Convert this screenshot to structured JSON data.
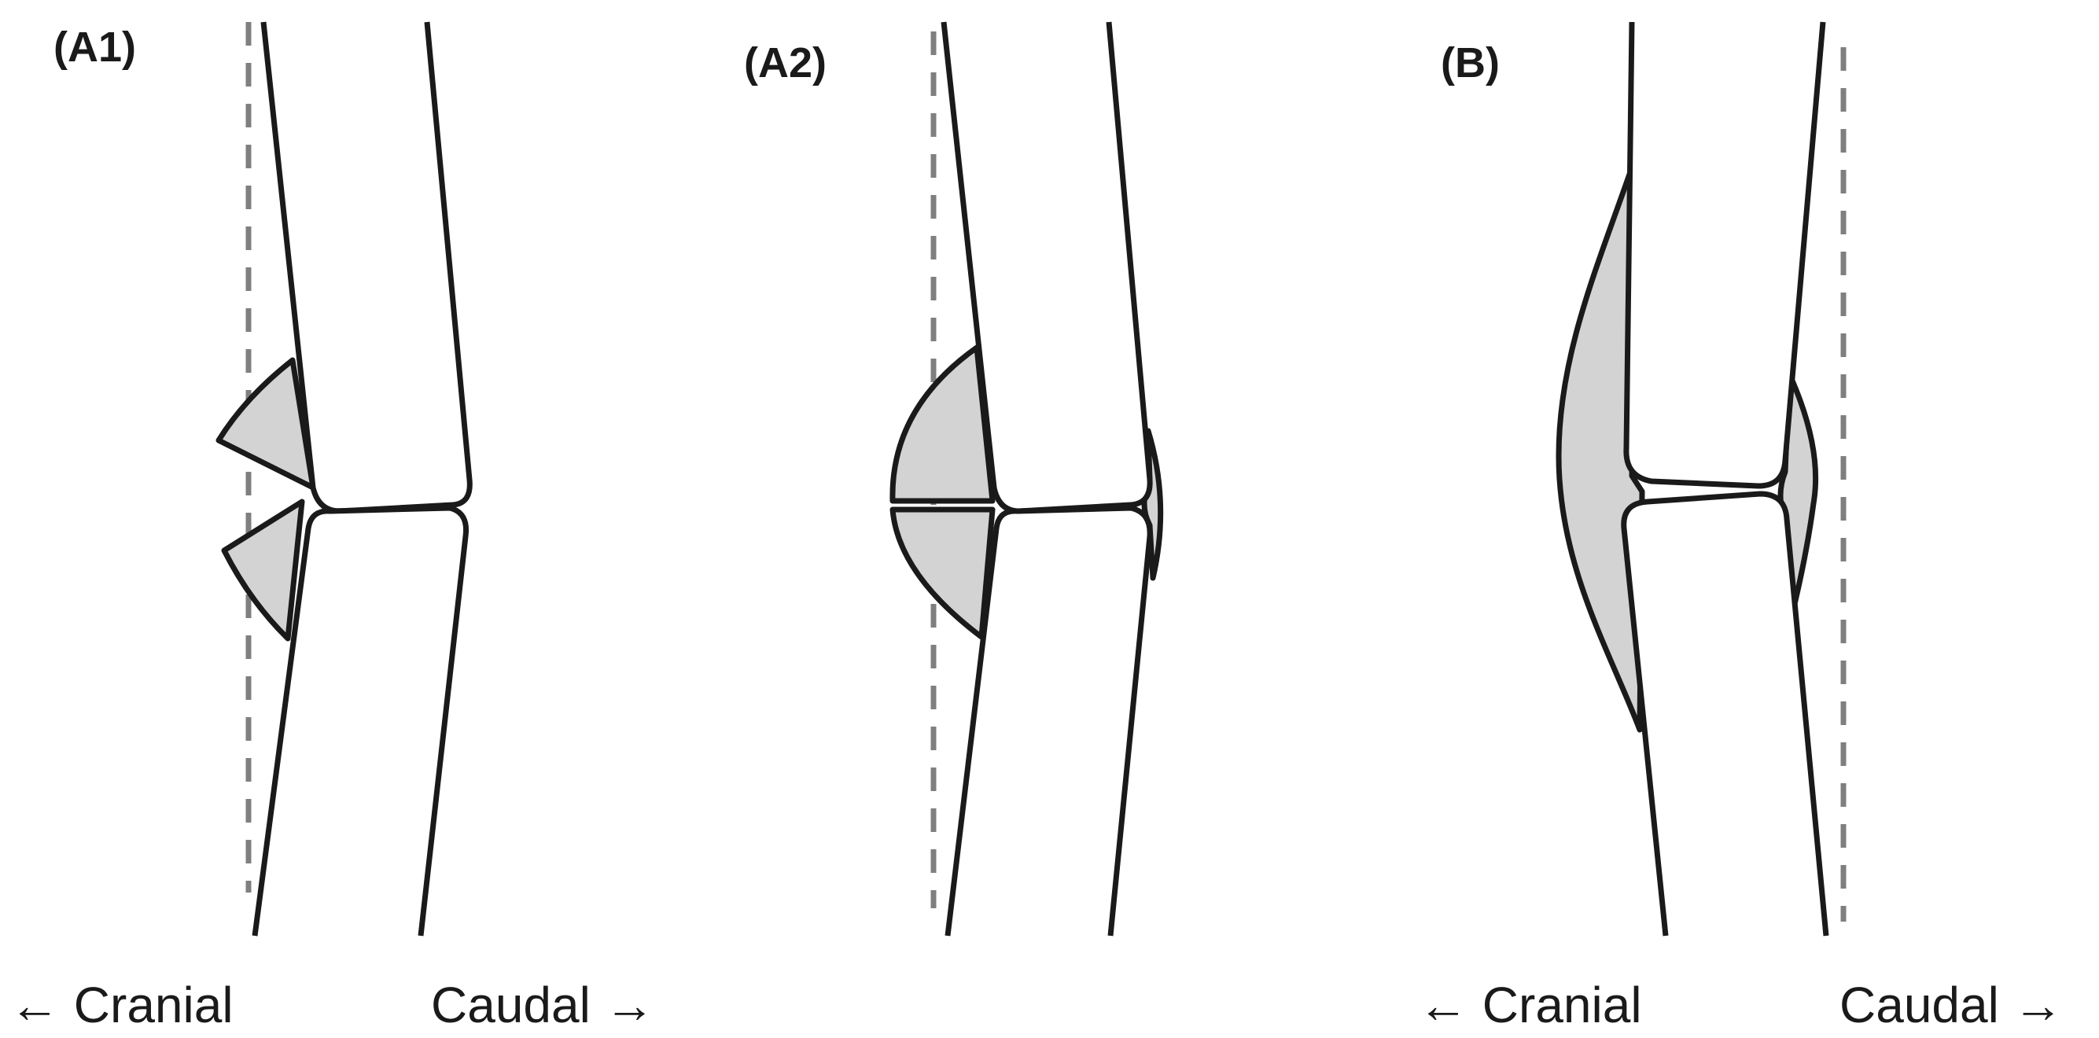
{
  "panels": {
    "a1": {
      "label": "(A1)"
    },
    "a2": {
      "label": "(A2)"
    },
    "b": {
      "label": "(B)"
    }
  },
  "directions": {
    "left": {
      "cranial": "← Cranial",
      "caudal": "Caudal →"
    },
    "right": {
      "cranial": "← Cranial",
      "caudal": "Caudal →"
    }
  },
  "colors": {
    "outline": "#1a1a1a",
    "osteophyte_fill": "#d3d3d3",
    "reference_line": "#7f7f7f",
    "background": "#ffffff"
  }
}
